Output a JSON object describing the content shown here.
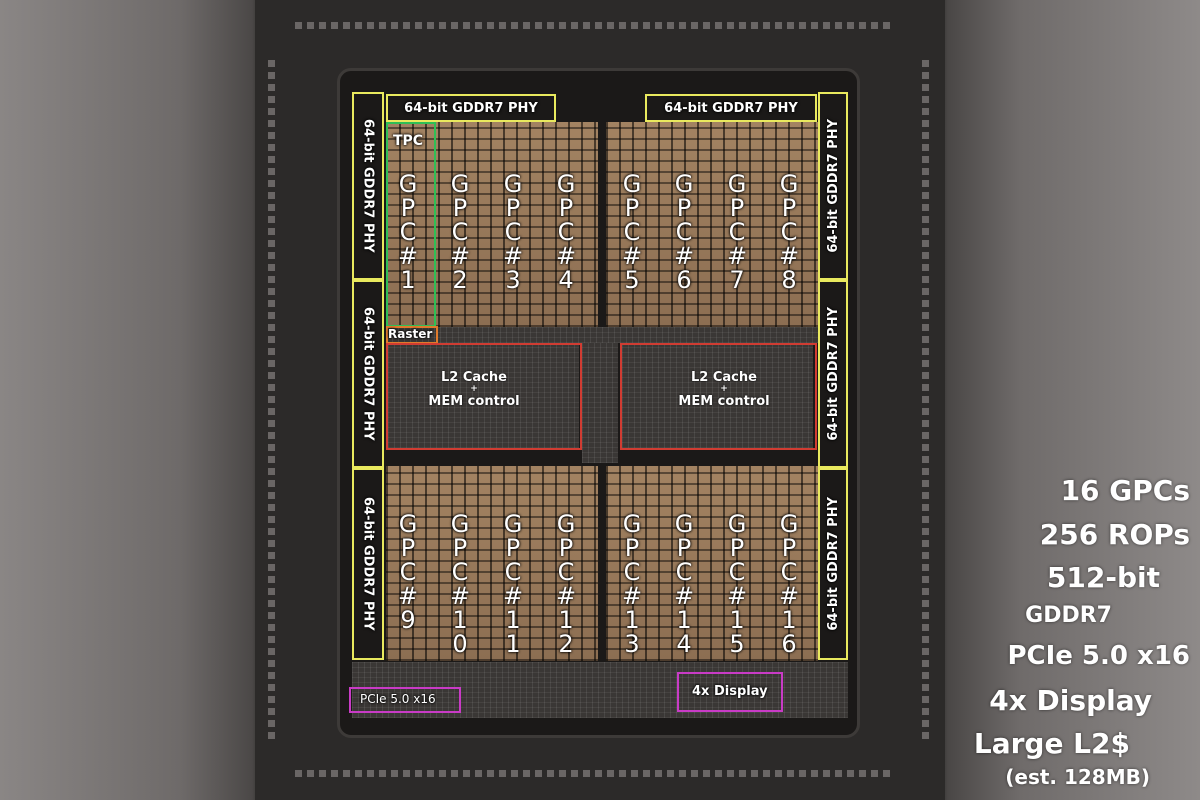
{
  "phy": {
    "top_left": "64-bit GDDR7 PHY",
    "top_right": "64-bit GDDR7 PHY",
    "left_1": "64-bit GDDR7 PHY",
    "left_2": "64-bit GDDR7 PHY",
    "left_3": "64-bit GDDR7 PHY",
    "right_1": "64-bit GDDR7 PHY",
    "right_2": "64-bit GDDR7 PHY",
    "right_3": "64-bit GDDR7 PHY"
  },
  "tpc_label": "TPC",
  "raster_label": "Raster",
  "gpc_prefix": [
    "G",
    "P",
    "C",
    "#"
  ],
  "gpcs_top": [
    {
      "num": [
        "1"
      ]
    },
    {
      "num": [
        "2"
      ]
    },
    {
      "num": [
        "3"
      ]
    },
    {
      "num": [
        "4"
      ]
    },
    {
      "num": [
        "5"
      ]
    },
    {
      "num": [
        "6"
      ]
    },
    {
      "num": [
        "7"
      ]
    },
    {
      "num": [
        "8"
      ]
    }
  ],
  "gpcs_bottom": [
    {
      "num": [
        "9"
      ]
    },
    {
      "num": [
        "1",
        "0"
      ]
    },
    {
      "num": [
        "1",
        "1"
      ]
    },
    {
      "num": [
        "1",
        "2"
      ]
    },
    {
      "num": [
        "1",
        "3"
      ]
    },
    {
      "num": [
        "1",
        "4"
      ]
    },
    {
      "num": [
        "1",
        "5"
      ]
    },
    {
      "num": [
        "1",
        "6"
      ]
    }
  ],
  "l2_left": {
    "line1": "L2 Cache",
    "plus": "+",
    "line2": "MEM control"
  },
  "l2_right": {
    "line1": "L2 Cache",
    "plus": "+",
    "line2": "MEM control"
  },
  "pcie_label": "PCIe 5.0 x16",
  "display_label": "4x Display",
  "specs": {
    "gpcs": "16 GPCs",
    "rops": "256 ROPs",
    "bus": "512-bit",
    "mem": "GDDR7",
    "pcie": "PCIe 5.0 x16",
    "display": "4x Display",
    "l2": "Large L2$",
    "l2_est": "(est. 128MB)"
  },
  "colors": {
    "phy_outline": "#e9e95e",
    "l2_outline": "#d13c32",
    "tpc_outline": "#2fbf55",
    "raster_outline": "#e07b2c",
    "io_outline": "#c93bc6"
  }
}
